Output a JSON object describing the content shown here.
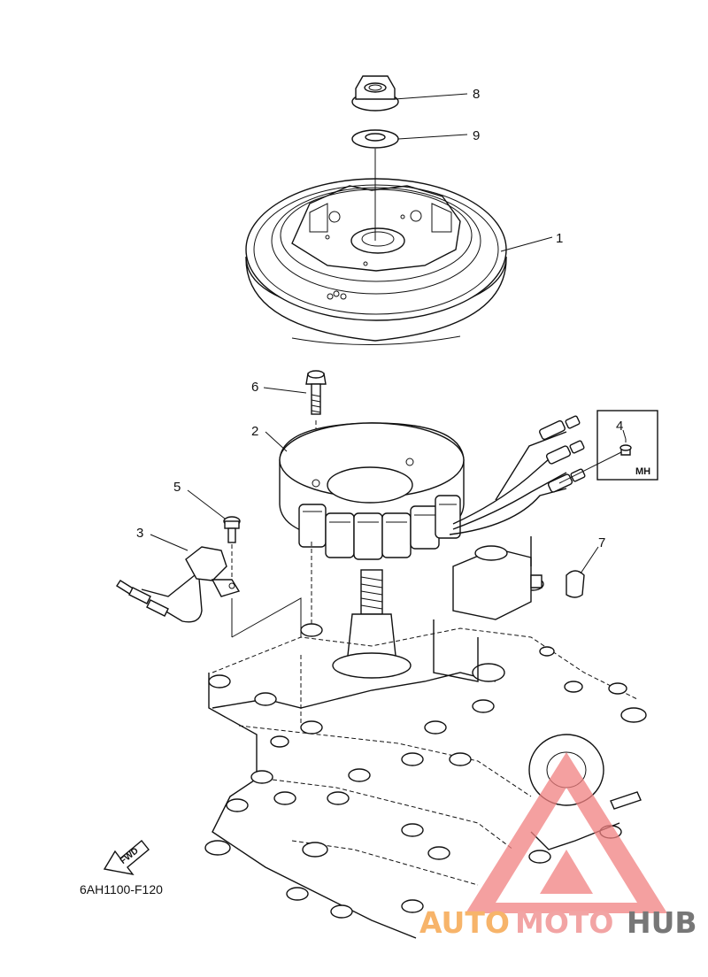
{
  "callouts": [
    {
      "id": "callout-1",
      "number": "1"
    },
    {
      "id": "callout-2",
      "number": "2"
    },
    {
      "id": "callout-3",
      "number": "3"
    },
    {
      "id": "callout-4",
      "number": "4"
    },
    {
      "id": "callout-5",
      "number": "5"
    },
    {
      "id": "callout-6",
      "number": "6"
    },
    {
      "id": "callout-7",
      "number": "7"
    },
    {
      "id": "callout-8",
      "number": "8"
    },
    {
      "id": "callout-9",
      "number": "9"
    }
  ],
  "inset_label": "MH",
  "direction_label": "FWD",
  "diagram_code": "6AH1100-F120",
  "watermark": {
    "part1": "AUTO",
    "part2": "MOTO",
    "part3": "HUB",
    "colors": {
      "auto": "#f7b46a",
      "moto": "#f2a4a4",
      "hub": "#777777",
      "triangle": "#f08080"
    }
  }
}
